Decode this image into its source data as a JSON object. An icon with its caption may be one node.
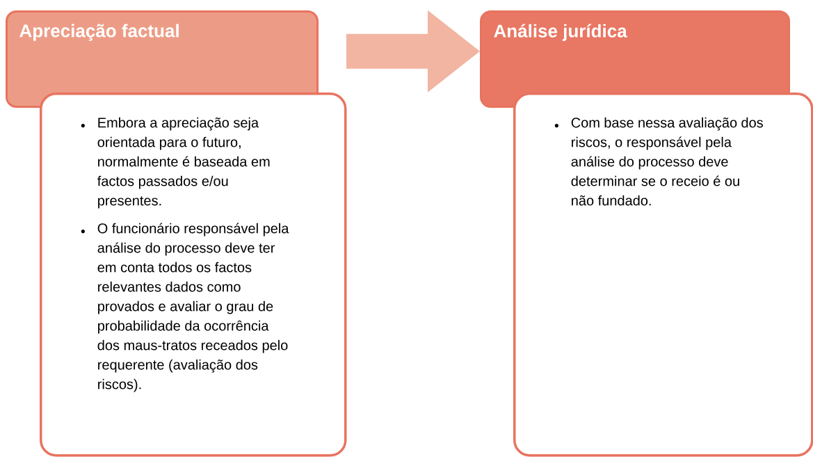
{
  "diagram": {
    "nodes": [
      {
        "text": [
          "Apreciação factual"
        ]
      },
      {
        "text": [
          "Embora a apreciação seja orientada para o futuro, normalmente é baseada em factos passados e/ou presentes.",
          "O funcionário responsável pela análise do processo deve ter em conta todos os factos relevantes dados como provados e avaliar o grau de probabilidade da ocorrência dos maus-tratos receados pelo requerente (avaliação dos riscos)."
        ]
      },
      {
        "text": [
          "Análise jurídica"
        ]
      },
      {
        "text": [
          "Com base nessa avaliação dos riscos, o responsável pela análise do processo deve determinar se o receio é ou não fundado."
        ]
      }
    ],
    "edges": [
      {
        "from": 0,
        "to": 2,
        "arrow": "to"
      }
    ]
  }
}
